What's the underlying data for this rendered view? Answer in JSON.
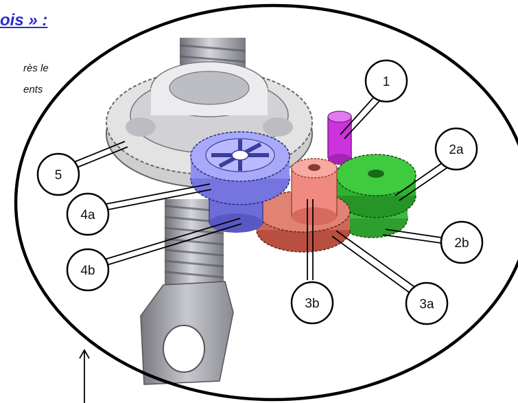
{
  "header": {
    "title_fragment": "ois » :",
    "line1": "rès   le",
    "line2": "ents"
  },
  "callouts": [
    "1",
    "2a",
    "2b",
    "3a",
    "3b",
    "4a",
    "4b",
    "5"
  ],
  "colors": {
    "gear5": "#d9d9d9",
    "gear4": "#8f8ff0",
    "gear3": "#e07a6a",
    "gear2": "#2fb32f",
    "pinion1": "#cc33dd",
    "screw": "#a9a9b3",
    "heading": "#2b2bd0"
  }
}
